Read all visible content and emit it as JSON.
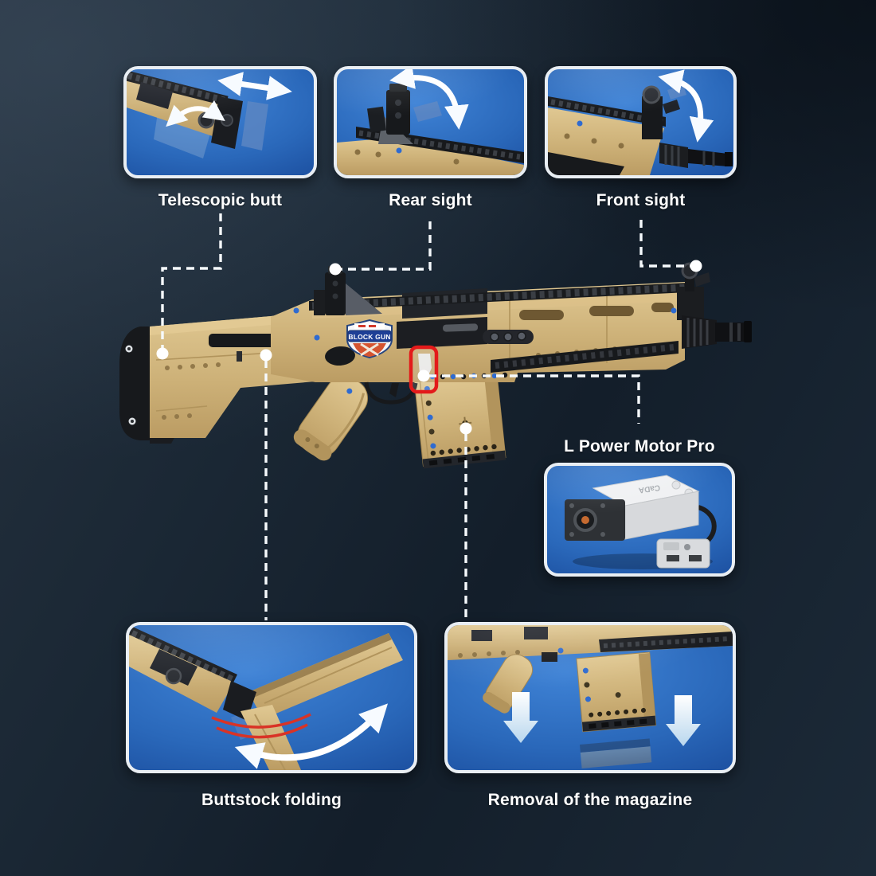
{
  "page": {
    "type": "product-feature-infographic",
    "subject": "building-block toy rifle with motorized features"
  },
  "product": {
    "badge_text": "BLOCK GUN",
    "motor_brand": "CaDA"
  },
  "features": [
    {
      "id": "telescopic-butt",
      "label": "Telescopic butt"
    },
    {
      "id": "rear-sight",
      "label": "Rear sight"
    },
    {
      "id": "front-sight",
      "label": "Front sight"
    },
    {
      "id": "l-power-motor-pro",
      "label": "L Power Motor Pro"
    },
    {
      "id": "buttstock-folding",
      "label": "Buttstock folding"
    },
    {
      "id": "magazine-removal",
      "label": "Removal of the magazine"
    }
  ],
  "colors": {
    "background_dark": "#131e2a",
    "background_light": "#26323f",
    "card_blue_center": "#3f83d6",
    "card_blue_edge": "#1a4c9c",
    "card_border": "#e9eef3",
    "label_text": "#ffffff",
    "gun_tan": "#cdb178",
    "gun_black": "#17191c",
    "pin_blue": "#2f6bd0",
    "highlight_red": "#e31a1a",
    "leader_line": "#ffffff",
    "ghost_blue": "#5d86c2",
    "arrow_white": "#ffffff"
  }
}
